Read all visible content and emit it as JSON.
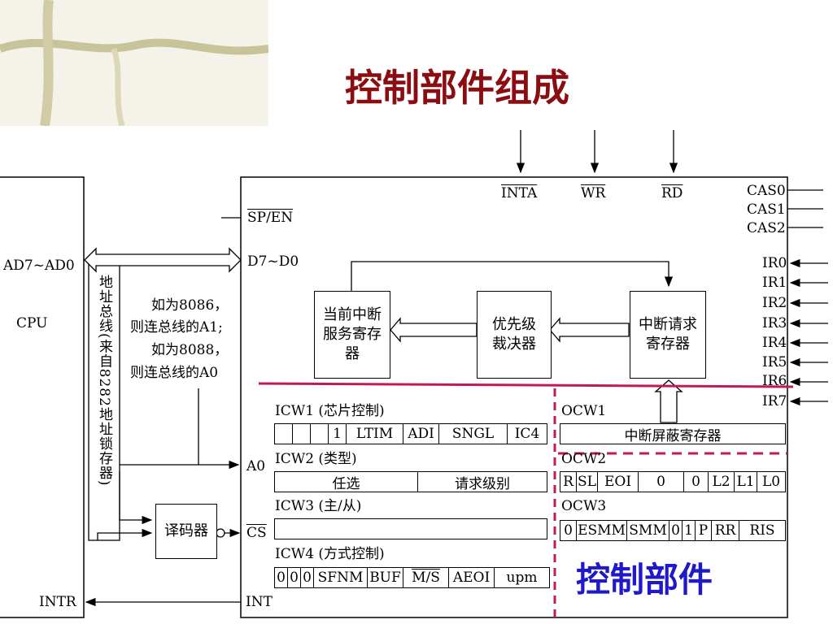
{
  "title": "控制部件组成",
  "cpu": {
    "bus": "AD7~AD0",
    "name": "CPU",
    "intr": "INTR"
  },
  "latch_label": "地址总线(来自8282地址锁存器)",
  "note": [
    "如为8086，",
    "则连总线的A1;",
    "如为8088，",
    "则连总线的A0"
  ],
  "decoder": "译码器",
  "pins": {
    "inta": "INTA",
    "wr": "WR",
    "rd": "RD",
    "spen": "SP/EN",
    "data": "D7~D0",
    "a0": "A0",
    "cs": "CS",
    "int": "INT",
    "cas": [
      "CAS0",
      "CAS1",
      "CAS2"
    ],
    "ir": [
      "IR0",
      "IR1",
      "IR2",
      "IR3",
      "IR4",
      "IR5",
      "IR6",
      "IR7"
    ]
  },
  "blocks": {
    "isr": "当前中断服务寄存器",
    "prio": "优先级裁决器",
    "irr": "中断请求寄存器"
  },
  "icw1": {
    "label": "ICW1 (芯片控制)",
    "cells": [
      "",
      "",
      "",
      "1",
      "LTIM",
      "ADI",
      "SNGL",
      "IC4"
    ]
  },
  "icw2": {
    "label": "ICW2 (类型)",
    "cells": [
      "任选",
      "请求级别"
    ]
  },
  "icw3": {
    "label": "ICW3 (主/从)"
  },
  "icw4": {
    "label": "ICW4 (方式控制)",
    "cells": [
      "0",
      "0",
      "0",
      "SFNM",
      "BUF",
      "M/S",
      "AEOI",
      "upm"
    ]
  },
  "ocw1": {
    "label": "OCW1",
    "cell": "中断屏蔽寄存器"
  },
  "ocw2": {
    "label": "OCW2",
    "cells": [
      "R",
      "SL",
      "EOI",
      "0",
      "0",
      "L2",
      "L1",
      "L0"
    ]
  },
  "ocw3": {
    "label": "OCW3",
    "cells": [
      "0",
      "ESMM",
      "SMM",
      "0",
      "1",
      "P",
      "RR",
      "RIS"
    ]
  },
  "control_label": "控制部件",
  "colors": {
    "title": "#8b0d12",
    "divider_pink": "#c2185b",
    "control_blue": "#1f19c9"
  }
}
